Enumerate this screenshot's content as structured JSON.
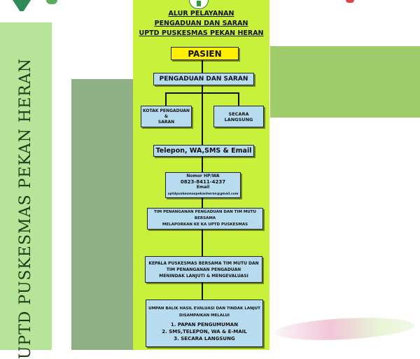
{
  "background": {
    "side_title": "UPTD PUSKESMAS PEKAN HERAN",
    "colors": {
      "left_panel": "#b6e59a",
      "sage_block": "#8faf85",
      "olive_block": "#9fcb6b",
      "flow_bg": "#c7f13a",
      "box_yellow": "#ffef00",
      "box_blue": "#b7dcf0"
    }
  },
  "flow": {
    "title_lines": [
      "ALUR PELAYANAN",
      "PENGADUAN DAN SARAN",
      "UPTD PUSKESMAS PEKAN HERAN"
    ],
    "pasien": "PASIEN",
    "pengaduan": "PENGADUAN DAN SARAN",
    "kotak": {
      "line1": "KOTAK PENGADUAN",
      "line2": "&",
      "line3": "SARAN"
    },
    "langsung": "SECARA LANGSUNG",
    "telepon": "Telepon, WA,SMS & Email",
    "contact": {
      "hp_label": "Nomor HP/WA",
      "hp_number": "0823-8411-4237",
      "email_label": "Email",
      "email": "uptdpuskesmaspekanheran@gmail.com"
    },
    "tim": {
      "line1": "TIM PENANGANAN PENGADUAN DAN TIM MUTU BERSAMA",
      "line2": "MELAPORKAN KE KA UPTD PUSKESMAS"
    },
    "kepala": {
      "line1": "KEPALA PUSKESMAS BERSAMA TIM MUTU DAN",
      "line2": "TIM PENANGANAN PENGADUAN",
      "line3": "MENINDAK LANJUTI & MENGEVALUASI"
    },
    "umpan": {
      "line1": "UMPAN BALIK HASIL EVALUASI DAN TINDAK LANJUT",
      "line2": "DISAMPAIKAN MELALUI",
      "item1": "1. PAPAN PENGUMUMAN",
      "item2": "2. SMS,TELEPON, WA & E-MAIL",
      "item3": "3. SECARA LANGSUNG"
    }
  }
}
